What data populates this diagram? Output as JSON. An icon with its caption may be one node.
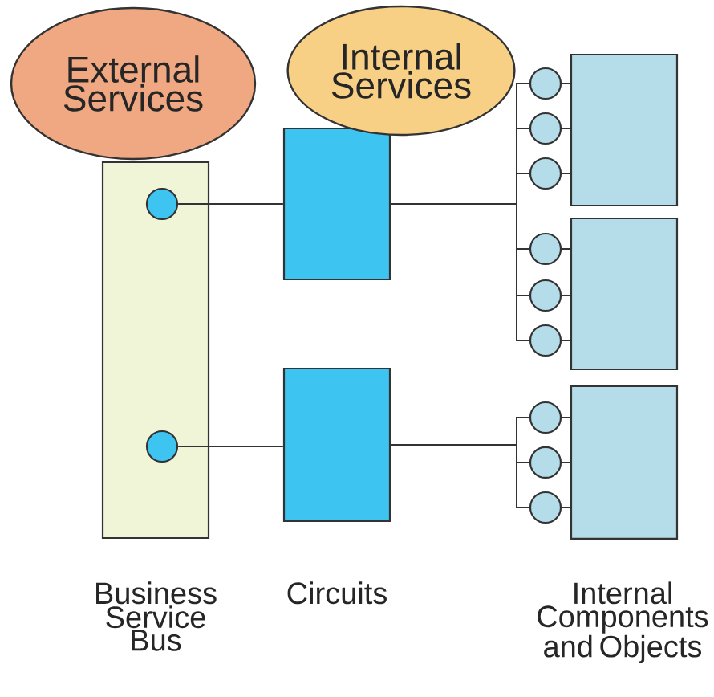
{
  "diagram": {
    "nodes": [
      {
        "text": [
          "External Services"
        ]
      },
      {
        "text": [
          "Internal Services"
        ]
      },
      {
        "text": [],
        "shape": "box"
      },
      {
        "text": [],
        "shape": "circle",
        "in": 2
      },
      {
        "text": [],
        "shape": "circle",
        "in": 2
      },
      {
        "text": [],
        "shape": "box"
      },
      {
        "text": [],
        "shape": "box"
      },
      {
        "text": [],
        "shape": "box"
      },
      {
        "text": [],
        "shape": "box"
      },
      {
        "text": [],
        "shape": "box"
      },
      {
        "text": [],
        "shape": "circle"
      },
      {
        "text": [],
        "shape": "circle"
      },
      {
        "text": [],
        "shape": "circle"
      },
      {
        "text": [],
        "shape": "circle"
      },
      {
        "text": [],
        "shape": "circle"
      },
      {
        "text": [],
        "shape": "circle"
      },
      {
        "text": [],
        "shape": "circle"
      },
      {
        "text": [],
        "shape": "circle"
      },
      {
        "text": [],
        "shape": "circle"
      }
    ],
    "edges": [
      {
        "from": 3,
        "to": 5,
        "arrow": "none"
      },
      {
        "from": 4,
        "to": 6,
        "arrow": "none"
      },
      {
        "from": 5,
        "to": 10,
        "arrow": "none"
      },
      {
        "from": 5,
        "to": 11,
        "arrow": "none"
      },
      {
        "from": 5,
        "to": 12,
        "arrow": "none"
      },
      {
        "from": 5,
        "to": 13,
        "arrow": "none"
      },
      {
        "from": 5,
        "to": 14,
        "arrow": "none"
      },
      {
        "from": 5,
        "to": 15,
        "arrow": "none"
      },
      {
        "from": 6,
        "to": 16,
        "arrow": "none"
      },
      {
        "from": 6,
        "to": 17,
        "arrow": "none"
      },
      {
        "from": 6,
        "to": 18,
        "arrow": "none"
      },
      {
        "from": 10,
        "to": 7,
        "arrow": "none"
      },
      {
        "from": 11,
        "to": 7,
        "arrow": "none"
      },
      {
        "from": 12,
        "to": 7,
        "arrow": "none"
      },
      {
        "from": 13,
        "to": 8,
        "arrow": "none"
      },
      {
        "from": 14,
        "to": 8,
        "arrow": "none"
      },
      {
        "from": 15,
        "to": 8,
        "arrow": "none"
      },
      {
        "from": 16,
        "to": 9,
        "arrow": "none"
      },
      {
        "from": 17,
        "to": 9,
        "arrow": "none"
      },
      {
        "from": 18,
        "to": 9,
        "arrow": "none"
      }
    ],
    "labels": [
      "Business Service Bus",
      "Circuits",
      "Internal Components and Objects"
    ]
  }
}
